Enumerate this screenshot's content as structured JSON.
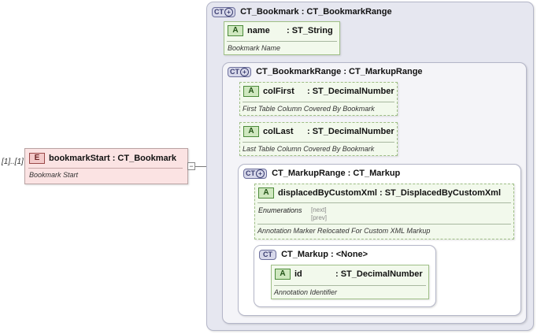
{
  "element": {
    "cardinality": "[1]..[1]",
    "badge": "E",
    "name": "bookmarkStart",
    "type": "CT_Bookmark",
    "doc": "Bookmark Start",
    "collapse_symbol": "−"
  },
  "ct_bookmark": {
    "badge": "CT",
    "title": "CT_Bookmark : CT_BookmarkRange",
    "name_attr": {
      "badge": "A",
      "name": "name",
      "type": ": ST_String",
      "doc": "Bookmark Name"
    }
  },
  "ct_bookmark_range": {
    "badge": "CT",
    "title": "CT_BookmarkRange : CT_MarkupRange",
    "col_first": {
      "badge": "A",
      "name": "colFirst",
      "type": ": ST_DecimalNumber",
      "doc": "First Table Column Covered By Bookmark"
    },
    "col_last": {
      "badge": "A",
      "name": "colLast",
      "type": ": ST_DecimalNumber",
      "doc": "Last Table Column Covered By Bookmark"
    }
  },
  "ct_markup_range": {
    "badge": "CT",
    "title": "CT_MarkupRange : CT_Markup",
    "displaced": {
      "badge": "A",
      "name": "displacedByCustomXml",
      "type": ": ST_DisplacedByCustomXml",
      "enum_label": "Enumerations",
      "enum_next": "[next]",
      "enum_prev": "[prev]",
      "doc": "Annotation Marker Relocated For Custom XML Markup"
    }
  },
  "ct_markup": {
    "badge": "CT",
    "title": "CT_Markup : <None>",
    "id_attr": {
      "badge": "A",
      "name": "id",
      "type": ": ST_DecimalNumber",
      "doc": "Annotation Identifier"
    }
  }
}
